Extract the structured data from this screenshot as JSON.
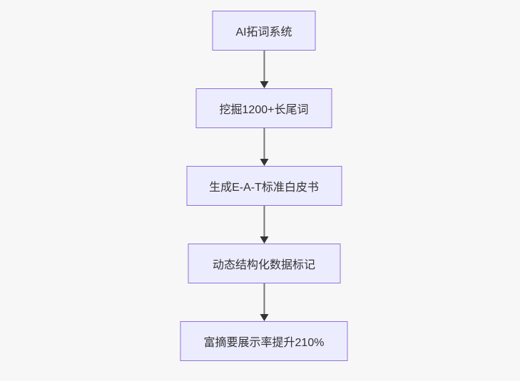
{
  "diagram": {
    "type": "flowchart",
    "direction": "top-down",
    "nodes": [
      {
        "id": "A",
        "label": "AI拓词系统"
      },
      {
        "id": "B",
        "label": "挖掘1200+长尾词"
      },
      {
        "id": "C",
        "label": "生成E-A-T标准白皮书"
      },
      {
        "id": "D",
        "label": "动态结构化数据标记"
      },
      {
        "id": "E",
        "label": "富摘要展示率提升210%"
      }
    ],
    "edges": [
      {
        "from": "A",
        "to": "B",
        "style": "arrow"
      },
      {
        "from": "B",
        "to": "C",
        "style": "arrow"
      },
      {
        "from": "C",
        "to": "D",
        "style": "arrow"
      },
      {
        "from": "D",
        "to": "E",
        "style": "arrow"
      }
    ],
    "colors": {
      "background": "#f7f7f7",
      "node_fill": "#ECECFF",
      "node_border": "#9370DB",
      "text": "#333333",
      "arrow_line": "#777777",
      "arrow_head": "#333333"
    }
  }
}
